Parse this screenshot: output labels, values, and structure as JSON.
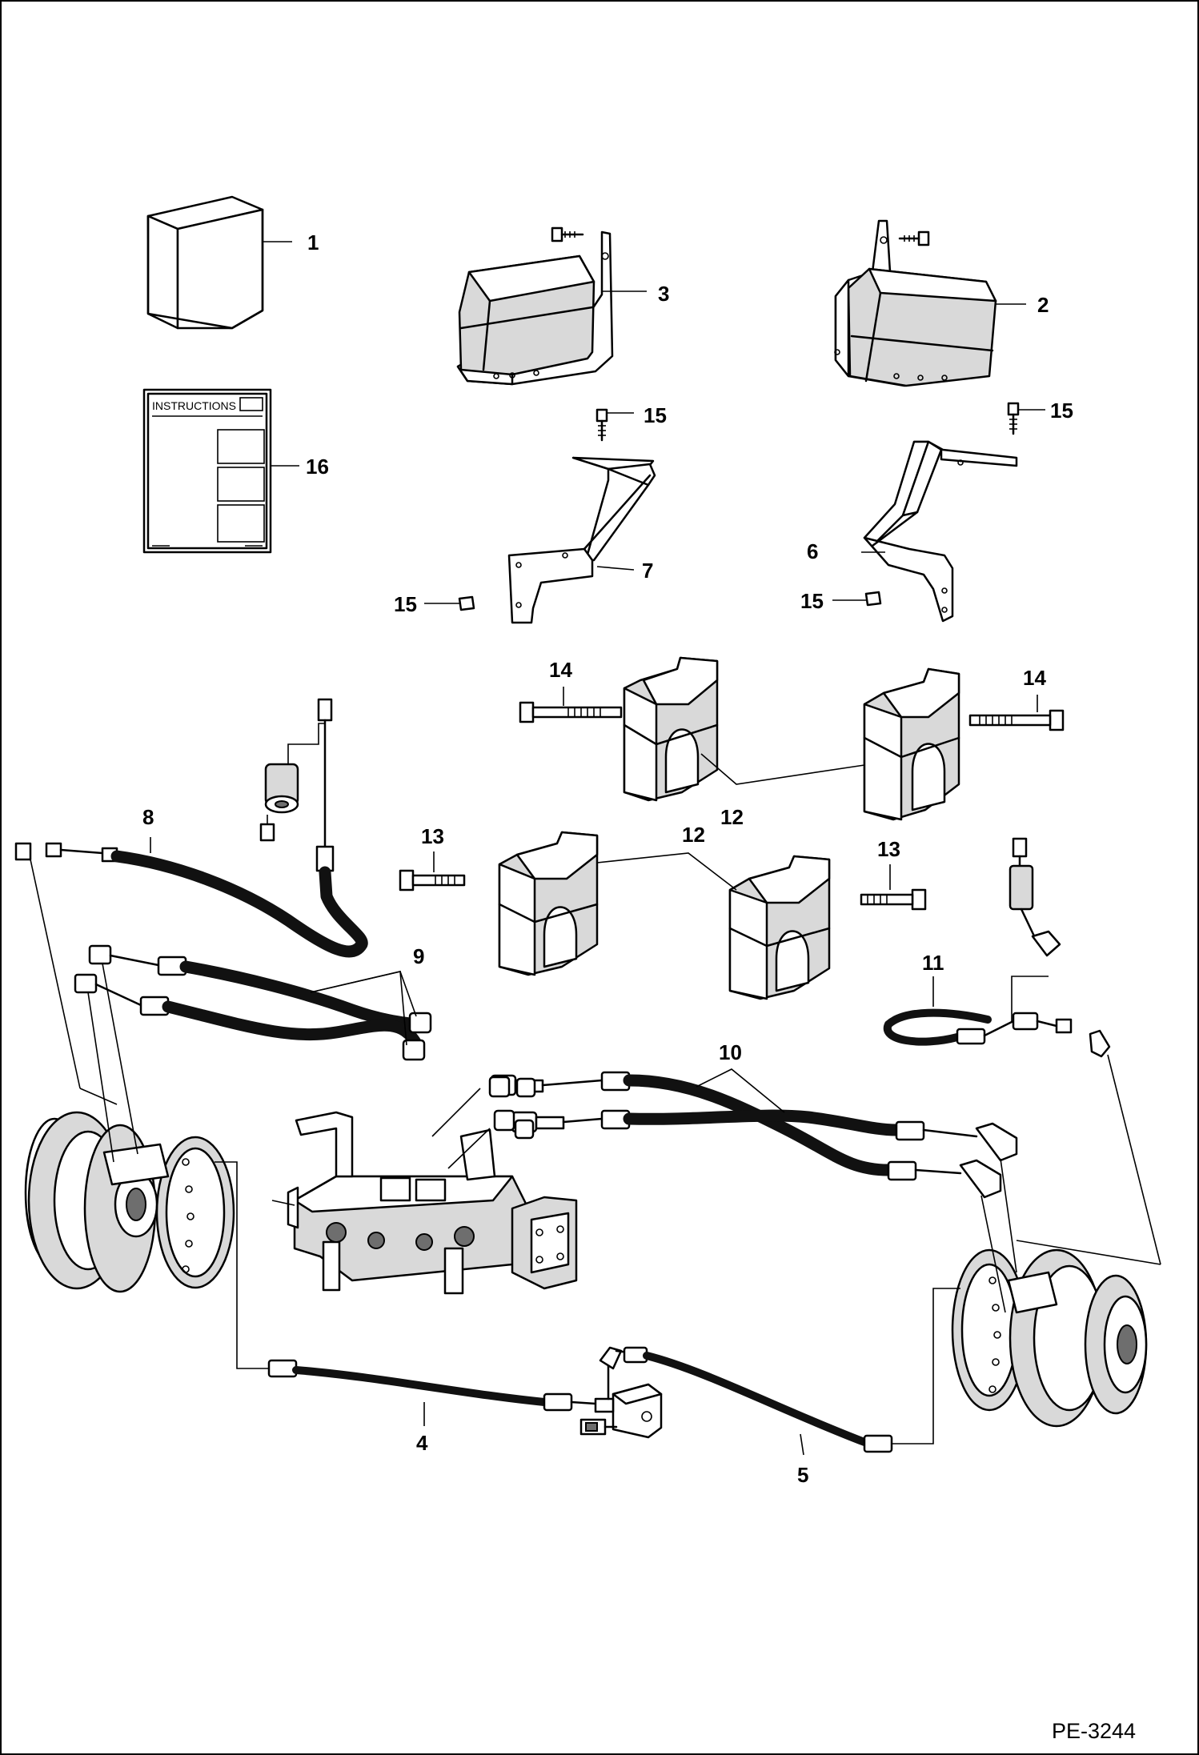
{
  "figure": {
    "reference": "PE-3244",
    "instructions_label": "INSTRUCTIONS"
  },
  "callouts": {
    "c1": "1",
    "c2": "2",
    "c3": "3",
    "c4": "4",
    "c5": "5",
    "c6": "6",
    "c7": "7",
    "c8": "8",
    "c9": "9",
    "c10": "10",
    "c11": "11",
    "c12a": "12",
    "c12b": "12",
    "c13a": "13",
    "c13b": "13",
    "c14a": "14",
    "c14b": "14",
    "c15a": "15",
    "c15b": "15",
    "c15c": "15",
    "c15d": "15",
    "c16": "16"
  },
  "colors": {
    "line": "#000000",
    "hose": "#111111",
    "shade": "#d9d9d9",
    "background": "#ffffff"
  }
}
